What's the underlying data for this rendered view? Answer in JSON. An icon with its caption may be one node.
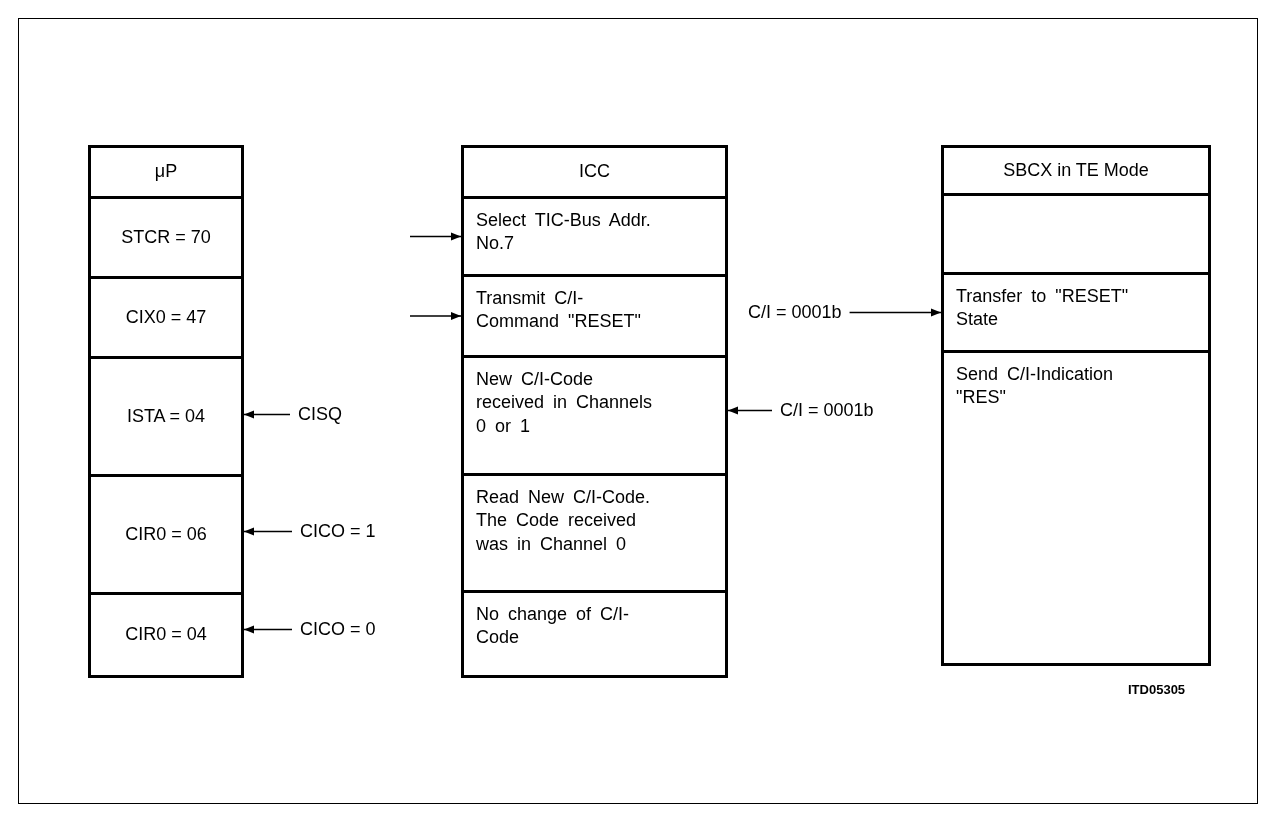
{
  "diagram": {
    "nodes": [
      {
        "text": [
          "μP"
        ]
      },
      {
        "text": [
          "STCR = 70"
        ]
      },
      {
        "text": [
          "CIX0 = 47"
        ]
      },
      {
        "text": [
          "ISTA = 04"
        ]
      },
      {
        "text": [
          "CIR0 = 06"
        ]
      },
      {
        "text": [
          "CIR0 = 04"
        ]
      },
      {
        "text": [
          "ICC"
        ]
      },
      {
        "text": [
          "Select TIC-Bus Addr. No.7"
        ]
      },
      {
        "text": [
          "Transmit C/I- Command \"RESET\""
        ]
      },
      {
        "text": [
          "New C/I-Code received in Channels 0 or 1"
        ]
      },
      {
        "text": [
          "Read New C/I-Code. The Code received was in Channel 0"
        ]
      },
      {
        "text": [
          "No change of C/I-Code"
        ]
      },
      {
        "text": [
          "SBCX in TE Mode"
        ]
      },
      {
        "text": [],
        "shape": "box"
      },
      {
        "text": [
          "Transfer to \"RESET\" State"
        ]
      },
      {
        "text": [
          "Send C/I-Indication \"RES\""
        ]
      },
      {
        "text": [
          "CISQ"
        ]
      },
      {
        "text": [
          "CICO = 1"
        ]
      },
      {
        "text": [
          "CICO = 0"
        ]
      },
      {
        "text": [
          "C/I = 0001b"
        ]
      },
      {
        "text": [
          "C/I = 0001b"
        ]
      }
    ],
    "edges": [
      {
        "from": null,
        "to": 7,
        "arrow": "to"
      },
      {
        "from": null,
        "to": 8,
        "arrow": "to"
      },
      {
        "from": 16,
        "to": 3,
        "arrow": "to"
      },
      {
        "from": 17,
        "to": 4,
        "arrow": "to"
      },
      {
        "from": 18,
        "to": 5,
        "arrow": "to"
      },
      {
        "from": 19,
        "to": 14,
        "arrow": "to"
      },
      {
        "from": 20,
        "to": 9,
        "arrow": "to"
      }
    ],
    "labels": [
      "ITD05305"
    ]
  }
}
